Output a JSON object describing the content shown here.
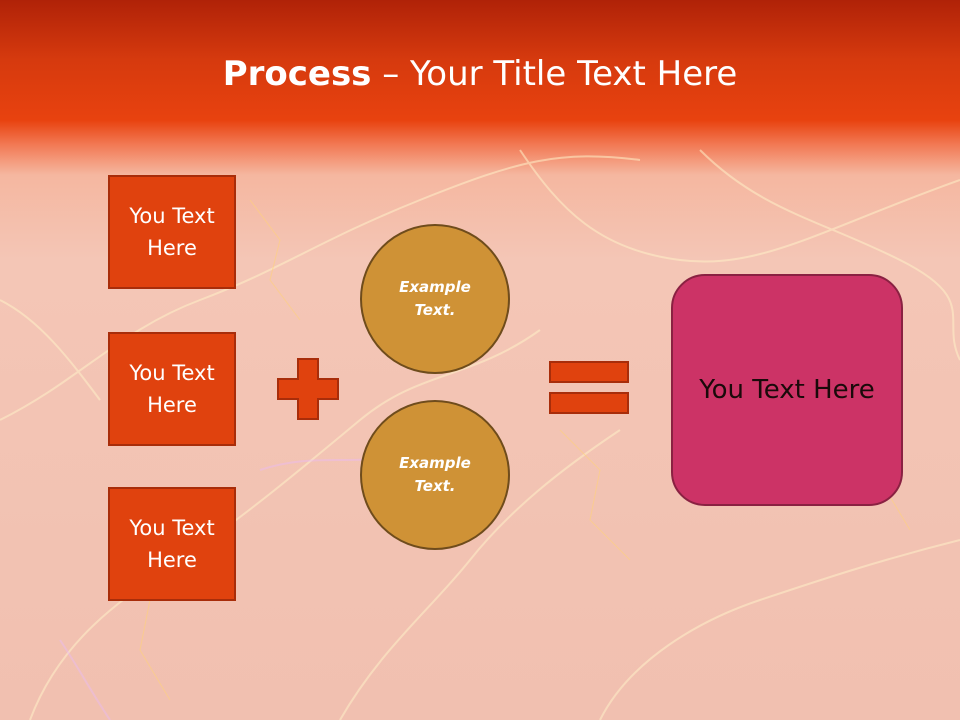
{
  "slide": {
    "title_bold": "Process",
    "title_rest": " – Your Title Text Here",
    "left_boxes": [
      "You Text Here",
      "You Text Here",
      "You Text Here"
    ],
    "circles": [
      "Example Text.",
      "Example Text."
    ],
    "plus_icon": "plus-icon",
    "equals_icon": "equals-icon",
    "result_text": "You Text Here",
    "colors": {
      "header": "#d63a0e",
      "box_fill": "#e0420e",
      "circle_fill": "#cf9236",
      "result_fill": "#cc3366",
      "operator_fill": "#e0420e"
    }
  }
}
